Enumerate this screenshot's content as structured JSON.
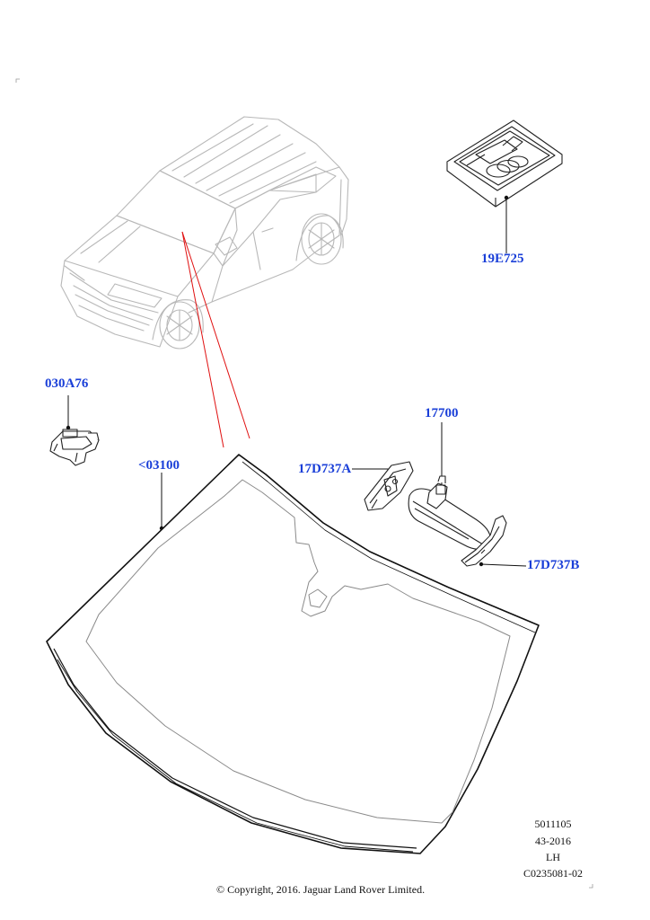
{
  "labels": {
    "kit": "19E725",
    "sensor": "030A76",
    "mirror": "17700",
    "cover_a": "17D737A",
    "windscreen": "<03100",
    "cover_b": "17D737B"
  },
  "meta": {
    "line1": "5011105",
    "line2": "43-2016",
    "line3": "LH",
    "line4": "C0235081-02"
  },
  "copyright": "© Copyright, 2016. Jaguar Land Rover Limited.",
  "colors": {
    "label": "#1a3fd8",
    "line": "#111111",
    "car_outline": "#b8b8b8",
    "callout_red": "#e01010"
  }
}
